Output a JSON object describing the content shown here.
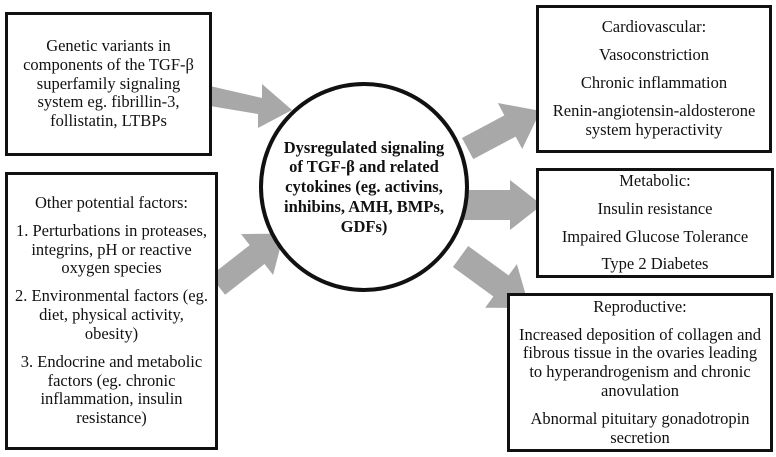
{
  "diagram": {
    "title": "Dysregulated TGF-beta signaling in PCOS pathophysiology flow diagram",
    "arrow_color": "#a8a8a8",
    "border_color": "#111111",
    "background": "#ffffff"
  },
  "inputs": [
    {
      "id": "genetic",
      "lines": [
        "Genetic variants in components of the TGF-β superfamily signaling system eg. fibrillin-3, follistatin, LTBPs"
      ]
    },
    {
      "id": "other",
      "lines": [
        "Other potential factors:",
        "1. Perturbations in proteases, integrins, pH or reactive oxygen species",
        "2. Environmental factors (eg. diet, physical activity, obesity)",
        "3. Endocrine and metabolic factors (eg. chronic inflammation, insulin resistance)"
      ]
    }
  ],
  "center": {
    "text": "Dysregulated signaling of TGF-β and related cytokines (eg. activins, inhibins, AMH, BMPs, GDFs)"
  },
  "outputs": [
    {
      "id": "cardiovascular",
      "heading": "Cardiovascular:",
      "lines": [
        "Vasoconstriction",
        "Chronic inflammation",
        "Renin-angiotensin-aldosterone system hyperactivity"
      ]
    },
    {
      "id": "metabolic",
      "heading": "Metabolic:",
      "lines": [
        "Insulin resistance",
        "Impaired Glucose Tolerance",
        "Type 2 Diabetes"
      ]
    },
    {
      "id": "reproductive",
      "heading": "Reproductive:",
      "lines": [
        "Increased deposition of collagen and fibrous tissue in the ovaries leading to hyperandrogenism and chronic anovulation",
        "Abnormal pituitary gonadotropin secretion"
      ]
    }
  ],
  "arrows": [
    {
      "id": "genetic-to-center",
      "from": "genetic",
      "to": "center",
      "direction": "right-slight-down"
    },
    {
      "id": "other-to-center",
      "from": "other",
      "to": "center",
      "direction": "up-right"
    },
    {
      "id": "center-to-cardiovascular",
      "from": "center",
      "to": "cardiovascular",
      "direction": "up-right"
    },
    {
      "id": "center-to-metabolic",
      "from": "center",
      "to": "metabolic",
      "direction": "right"
    },
    {
      "id": "center-to-reproductive",
      "from": "center",
      "to": "reproductive",
      "direction": "down-right"
    }
  ]
}
